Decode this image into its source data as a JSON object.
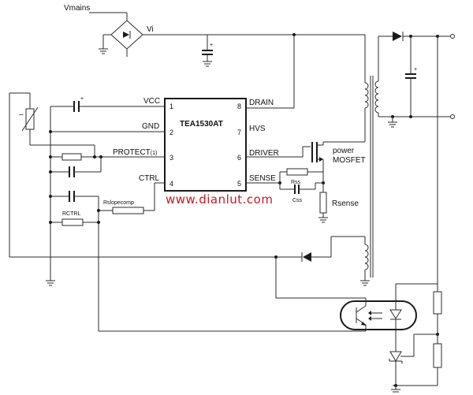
{
  "labels": {
    "vmains": "Vmains",
    "vi": "Vi",
    "vcc": "VCC",
    "gnd": "GND",
    "protect": "PROTECT",
    "protect_sub": "(1)",
    "ctrl": "CTRL",
    "drain": "DRAIN",
    "hvs": "HVS",
    "driver": "DRIVER",
    "sense": "SENSE",
    "power": "power",
    "mosfet": "MOSFET",
    "rsense": "Rsense",
    "rss": "Rss",
    "css": "Css",
    "rslopecomp": "Rslopecomp",
    "rctrl": "RCTRL"
  },
  "chip": {
    "name": "TEA1530AT",
    "pins": {
      "p1": "1",
      "p2": "2",
      "p3": "3",
      "p4": "4",
      "p5": "5",
      "p6": "6",
      "p7": "7",
      "p8": "8"
    }
  },
  "polarity": {
    "plus": "+",
    "minus": "–"
  },
  "watermark": "www.dianlut.com"
}
